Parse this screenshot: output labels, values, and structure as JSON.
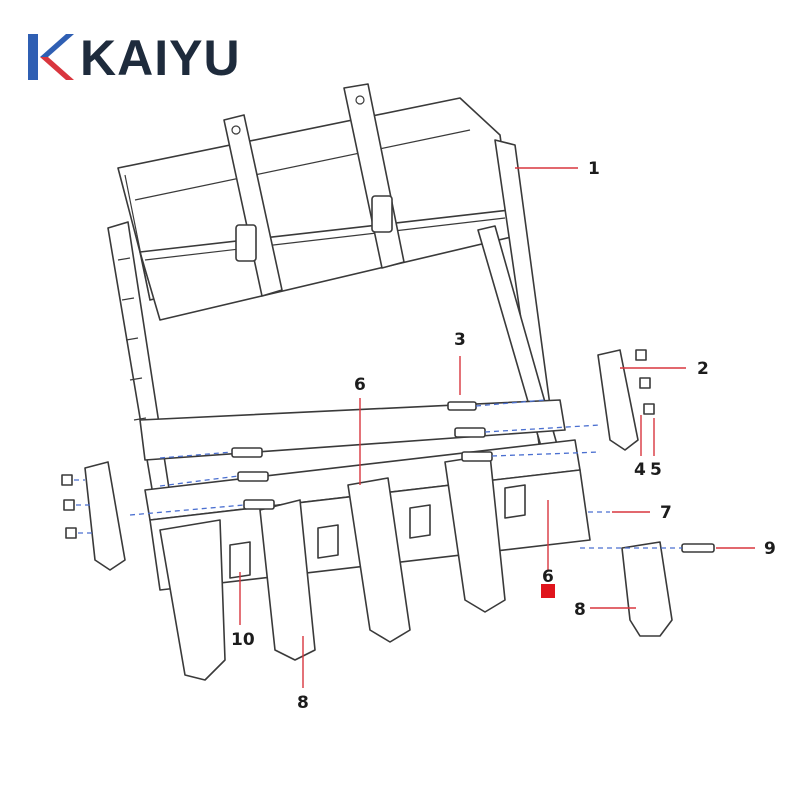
{
  "brand": {
    "name": "KAIYU",
    "colors": {
      "red": "#d9363e",
      "blue": "#2f5fb3",
      "text": "#1e2b3c"
    }
  },
  "diagram": {
    "callouts": {
      "c1": "1",
      "c2": "2",
      "c3": "3",
      "c4": "4",
      "c5": "5",
      "c6a": "6",
      "c6b": "6",
      "c7": "7",
      "c8a": "8",
      "c8b": "8",
      "c9": "9",
      "c10": "10"
    },
    "leader_color": "#d9363e",
    "marker_color": "#e0141c"
  }
}
